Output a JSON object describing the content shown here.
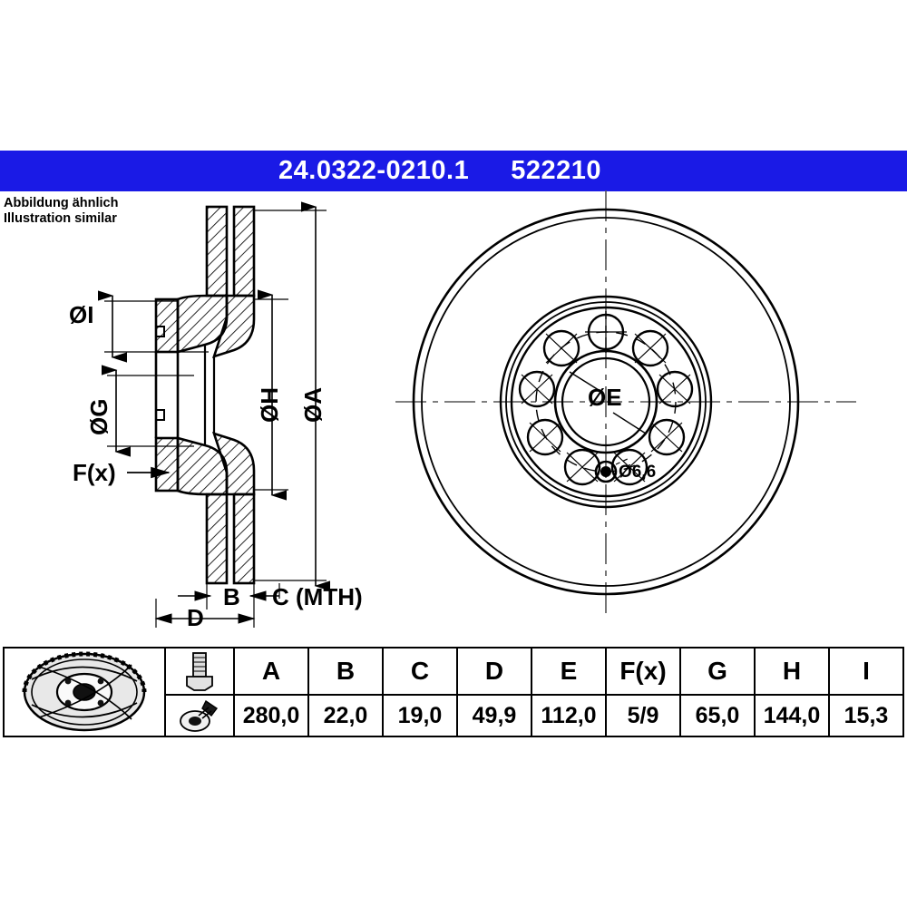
{
  "header": {
    "part_number": "24.0322-0210.1",
    "article_number": "522210",
    "bar_color": "#1a1ae6"
  },
  "caption": {
    "line_de": "Abbildung ähnlich",
    "line_en": "Illustration similar"
  },
  "drawing": {
    "section_labels": {
      "diameter_i": "ØI",
      "diameter_g": "ØG",
      "diameter_h": "ØH",
      "diameter_a": "ØA",
      "f_x": "F(x)",
      "b": "B",
      "c_mth": "C (MTH)",
      "d": "D"
    },
    "face_labels": {
      "diameter_e": "ØE",
      "hole_diameter": "Ø6,6"
    },
    "face_view": {
      "bolt_hole_count": 9,
      "small_hole_label": "Ø6,6"
    }
  },
  "table": {
    "icons": {
      "disc": "brake-disc-photo-icon",
      "bolt": "bolt-icon",
      "measure": "disc-measure-icon"
    },
    "headers": [
      "A",
      "B",
      "C",
      "D",
      "E",
      "F(x)",
      "G",
      "H",
      "I"
    ],
    "values": [
      "280,0",
      "22,0",
      "19,0",
      "49,9",
      "112,0",
      "5/9",
      "65,0",
      "144,0",
      "15,3"
    ]
  }
}
